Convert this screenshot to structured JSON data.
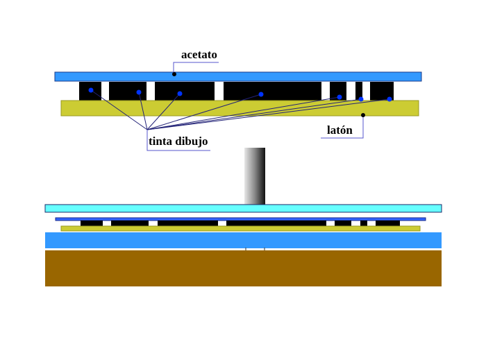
{
  "labels": {
    "acetate": "acetato",
    "brass": "latón",
    "ink": "tinta dibujo"
  },
  "colors": {
    "acetate": "#3399ff",
    "brass": "#cccc33",
    "ink": "#000000",
    "press_plate": "#66ffff",
    "base_pad": "#3399ff",
    "table": "#996600",
    "leader": "#3333cc",
    "ink_marker": "#0033ff"
  }
}
